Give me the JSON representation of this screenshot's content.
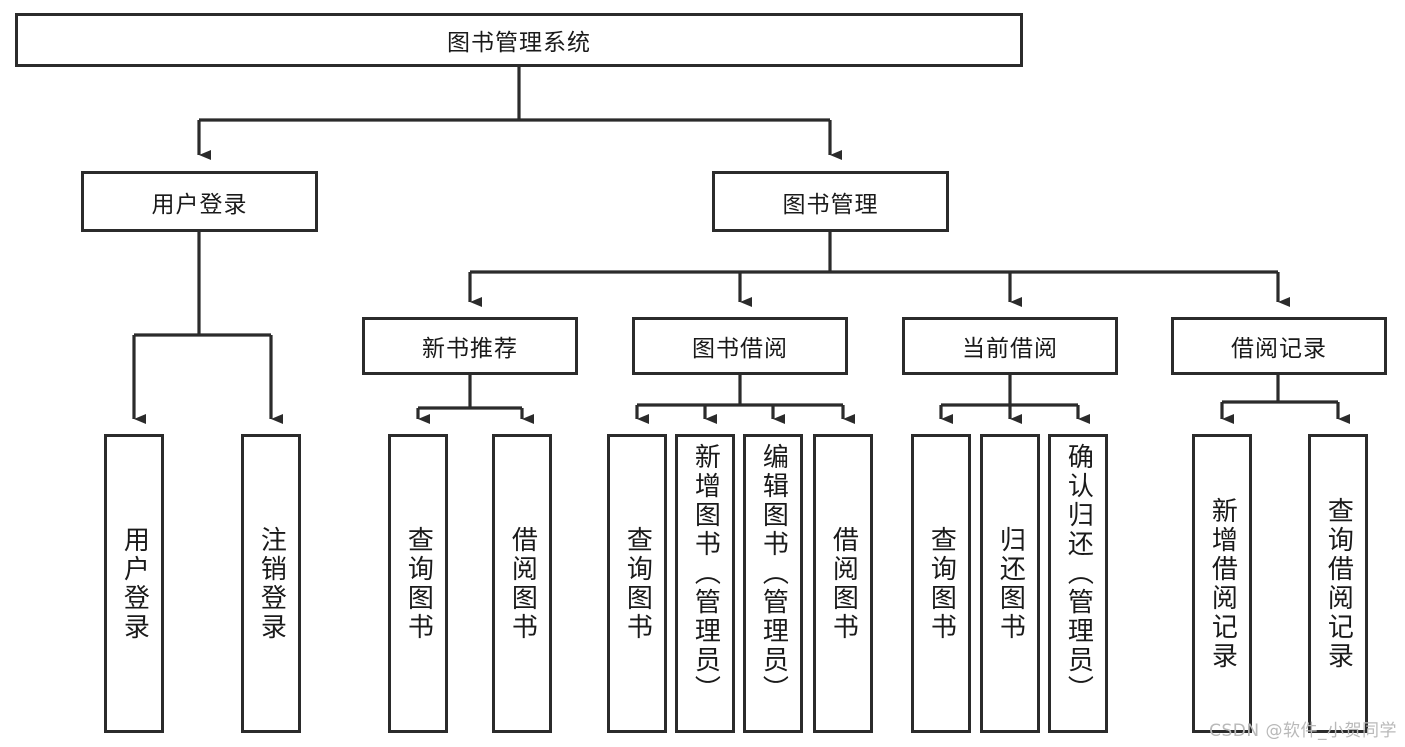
{
  "diagram": {
    "type": "tree-hierarchy-chart",
    "title": "图书管理系统",
    "colors": {
      "stroke": "#2b2b2b",
      "fill": "#ffffff",
      "text": "#1a1a1a",
      "watermark": "#b9b9b9"
    },
    "levels": {
      "root": {
        "label": "图书管理系统"
      },
      "level2": [
        {
          "id": "user-login",
          "label": "用户登录"
        },
        {
          "id": "book-management",
          "label": "图书管理"
        }
      ],
      "level3": [
        {
          "id": "new-book-recommend",
          "label": "新书推荐"
        },
        {
          "id": "book-borrow",
          "label": "图书借阅"
        },
        {
          "id": "current-borrow",
          "label": "当前借阅"
        },
        {
          "id": "borrow-record",
          "label": "借阅记录"
        }
      ],
      "leaves": [
        {
          "id": "leaf-user-login",
          "label": "用户登录",
          "parent": "user-login"
        },
        {
          "id": "leaf-logout-login",
          "label": "注销登录",
          "parent": "user-login"
        },
        {
          "id": "leaf-query-book-1",
          "label": "查询图书",
          "parent": "new-book-recommend"
        },
        {
          "id": "leaf-borrow-book-1",
          "label": "借阅图书",
          "parent": "new-book-recommend"
        },
        {
          "id": "leaf-query-book-2",
          "label": "查询图书",
          "parent": "book-borrow"
        },
        {
          "id": "leaf-add-book",
          "label": "新增图书（管理员）",
          "parent": "book-borrow"
        },
        {
          "id": "leaf-edit-book",
          "label": "编辑图书（管理员）",
          "parent": "book-borrow"
        },
        {
          "id": "leaf-borrow-book-2",
          "label": "借阅图书",
          "parent": "book-borrow"
        },
        {
          "id": "leaf-query-book-3",
          "label": "查询图书",
          "parent": "current-borrow"
        },
        {
          "id": "leaf-return-book",
          "label": "归还图书",
          "parent": "current-borrow"
        },
        {
          "id": "leaf-confirm-return",
          "label": "确认归还（管理员）",
          "parent": "current-borrow"
        },
        {
          "id": "leaf-add-record",
          "label": "新增借阅记录",
          "parent": "borrow-record"
        },
        {
          "id": "leaf-query-record",
          "label": "查询借阅记录",
          "parent": "borrow-record"
        }
      ]
    }
  },
  "watermark": {
    "text": "CSDN @软件_小贺同学"
  }
}
